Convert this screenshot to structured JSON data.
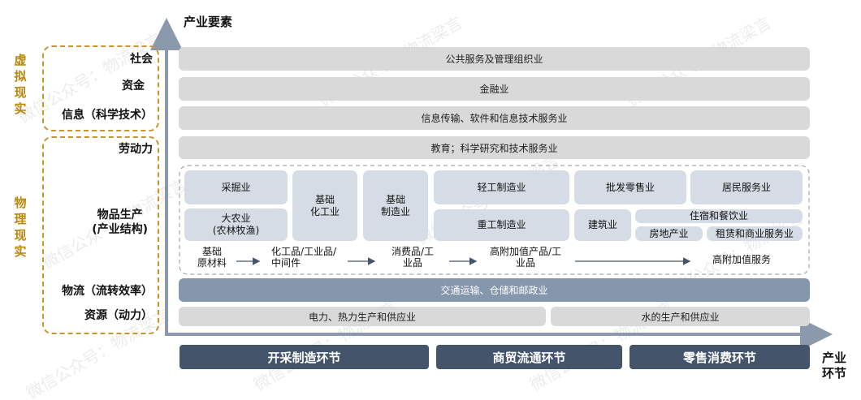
{
  "axes": {
    "y_title": "产业要素",
    "x_title_line1": "产业",
    "x_title_line2": "环节"
  },
  "groups": {
    "virtual": "虚拟现实",
    "physical": "物理现实"
  },
  "elements": {
    "society": "社会",
    "capital": "资金",
    "information": "信息（科学技术）",
    "labor": "劳动力",
    "goods_production_1": "物品生产",
    "goods_production_2": "(产业结构)",
    "logistics": "物流（流转效率）",
    "resources": "资源（动力）"
  },
  "bars": {
    "public_services": "公共服务及管理组织业",
    "finance": "金融业",
    "it_services": "信息传输、软件和信息技术服务业",
    "education": "教育；科学研究和技术服务业",
    "transport": "交通运输、仓储和邮政业",
    "power": "电力、热力生产和供应业",
    "water": "水的生产和供应业"
  },
  "boxes": {
    "mining": "采掘业",
    "agriculture_1": "大农业",
    "agriculture_2": "(农林牧渔)",
    "basic_chemical_1": "基础",
    "basic_chemical_2": "化工业",
    "basic_manufacturing_1": "基础",
    "basic_manufacturing_2": "制造业",
    "light_manufacturing": "轻工制造业",
    "heavy_manufacturing": "重工制造业",
    "wholesale_retail": "批发零售业",
    "resident_services": "居民服务业",
    "construction": "建筑业",
    "accommodation_catering": "住宿和餐饮业",
    "real_estate": "房地产业",
    "leasing_business": "租赁和商业服务业"
  },
  "flow": {
    "raw_1": "基础",
    "raw_2": "原材料",
    "intermediate_1": "化工品/工业品/",
    "intermediate_2": "中间件",
    "consumer_1": "消费品/工",
    "consumer_2": "业品",
    "high_value_1": "高附加值产品/工",
    "high_value_2": "业品",
    "high_value_services": "高附加值服务"
  },
  "stages": {
    "mining_manufacturing": "开采制造环节",
    "trade_circulation": "商贸流通环节",
    "retail_consumption": "零售消费环节"
  },
  "watermark_text": "微信公众号：物流梁言",
  "colors": {
    "gold": "#c9962a",
    "bar_gray": "#d9d9d9",
    "box_blue": "#d6dce5",
    "transport": "#8597ad",
    "stage": "#44546a"
  }
}
